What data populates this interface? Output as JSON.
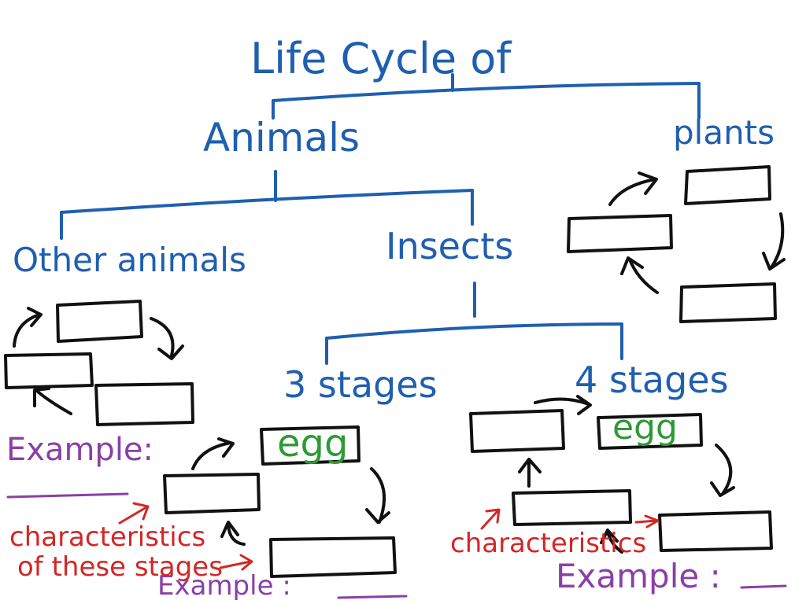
{
  "title": "Life Cycle of",
  "branches": {
    "animals": "Animals",
    "plants": "plants",
    "other_animals": "Other animals",
    "insects": "Insects",
    "three_stages": "3 stages",
    "four_stages": "4 stages"
  },
  "stage_labels": {
    "egg_three": "egg",
    "egg_four": "egg"
  },
  "examples": {
    "other_animals": "Example:",
    "three_stages": "Example :",
    "four_stages": "Example :"
  },
  "annotations": {
    "characteristics_three_line1": "characteristics",
    "characteristics_three_line2": "of these stages",
    "characteristics_four": "characteristics"
  },
  "colors": {
    "blue": "#1f5fb0",
    "green": "#2e9a34",
    "purple": "#8a3fa6",
    "red": "#d42626",
    "ink": "#111111"
  }
}
